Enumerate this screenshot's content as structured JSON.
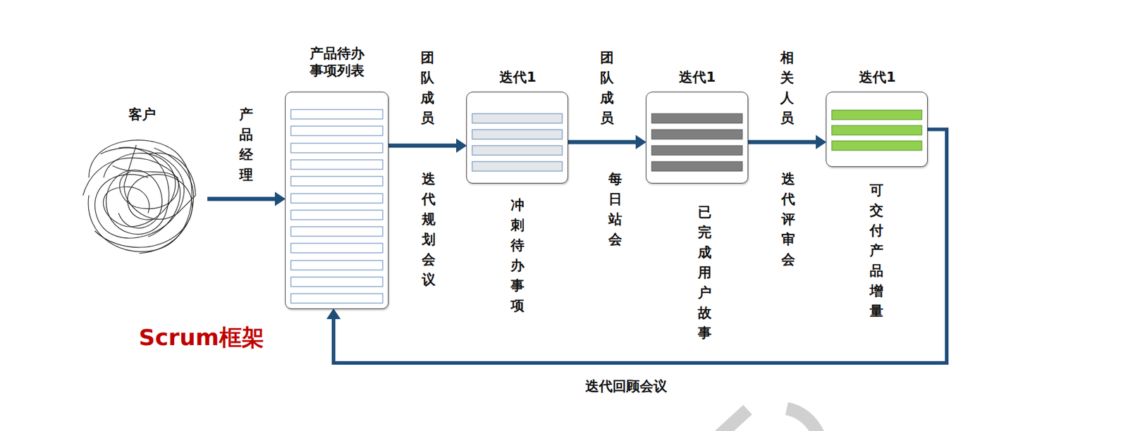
{
  "diagram": {
    "title": "Scrum框架",
    "nodes": [
      {
        "text": [
          "客户"
        ]
      },
      {
        "text": [
          "产品待办事项列表"
        ]
      },
      {
        "text": [
          "迭代1",
          "冲刺待办事项"
        ]
      },
      {
        "text": [
          "迭代1",
          "已完成用户故事"
        ]
      },
      {
        "text": [
          "迭代1",
          "可交付产品增量"
        ]
      }
    ],
    "edges": [
      {
        "from": 0,
        "to": 1,
        "arrow": "to",
        "label": "产品经理"
      },
      {
        "from": 1,
        "to": 2,
        "arrow": "to",
        "label": "团队成员"
      },
      {
        "from": 2,
        "to": 3,
        "arrow": "to",
        "label": "团队成员"
      },
      {
        "from": 3,
        "to": 4,
        "arrow": "to",
        "label": "相关人员"
      },
      {
        "from": 4,
        "to": 1,
        "arrow": "to",
        "label": "迭代回顾会议"
      }
    ],
    "labels": [
      "迭代规划会议",
      "每日站会",
      "迭代评审会"
    ]
  }
}
